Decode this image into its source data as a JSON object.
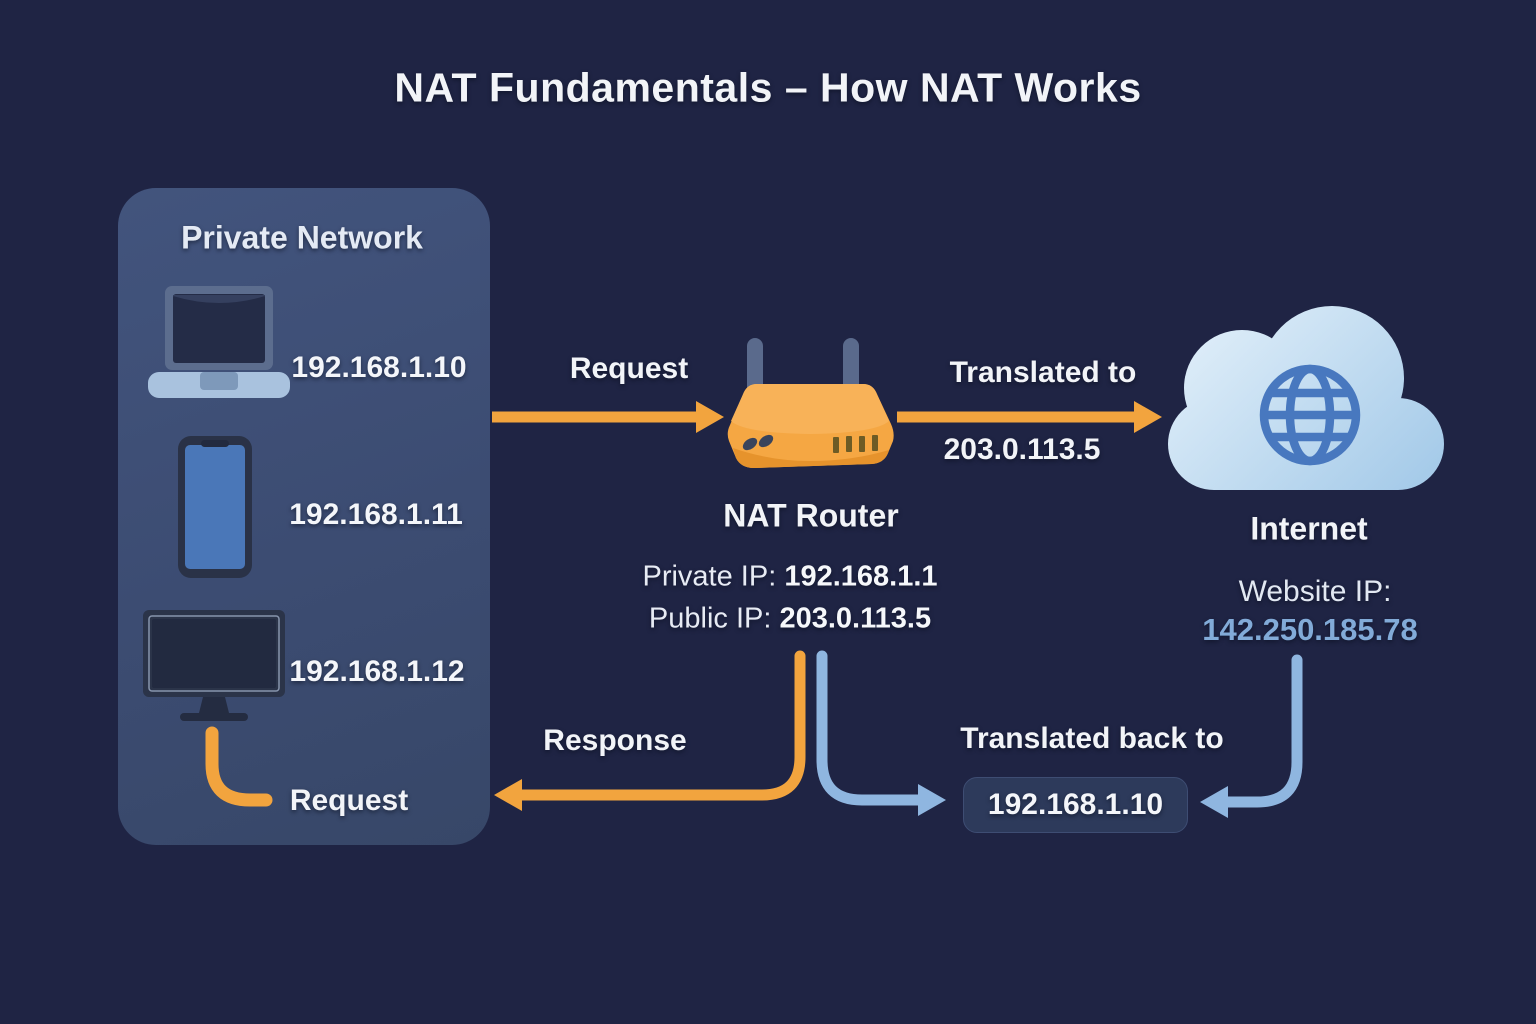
{
  "title": "NAT Fundamentals – How NAT Works",
  "private_network": {
    "label": "Private Network",
    "devices": [
      {
        "icon": "laptop-icon",
        "ip": "192.168.1.10"
      },
      {
        "icon": "smartphone-icon",
        "ip": "192.168.1.11"
      },
      {
        "icon": "monitor-icon",
        "ip": "192.168.1.12"
      }
    ],
    "request_label": "Request"
  },
  "router": {
    "icon": "wifi-router-icon",
    "label": "NAT Router",
    "private_ip_label": "Private IP:",
    "private_ip": "192.168.1.1",
    "public_ip_label": "Public IP:",
    "public_ip": "203.0.113.5"
  },
  "internet": {
    "icon": "cloud-icon",
    "globe": "globe-icon",
    "label": "Internet",
    "website_ip_label": "Website IP:",
    "website_ip": "142.250.185.78"
  },
  "flows": {
    "request_label": "Request",
    "translated_to_label": "Translated to",
    "translated_to_ip": "203.0.113.5",
    "response_label": "Response",
    "translated_back_label": "Translated back to",
    "translated_back_ip": "192.168.1.10"
  },
  "colors": {
    "background": "#1f2444",
    "panel": "#3e5076",
    "arrow_orange": "#f2a43e",
    "arrow_blue": "#8fb6e0",
    "cloud_fill": "#bed9ef",
    "globe_stroke": "#4878bf",
    "badge_bg": "#2d3a5b",
    "website_ip_text": "#82abd8",
    "router_body": "#f5a743"
  }
}
